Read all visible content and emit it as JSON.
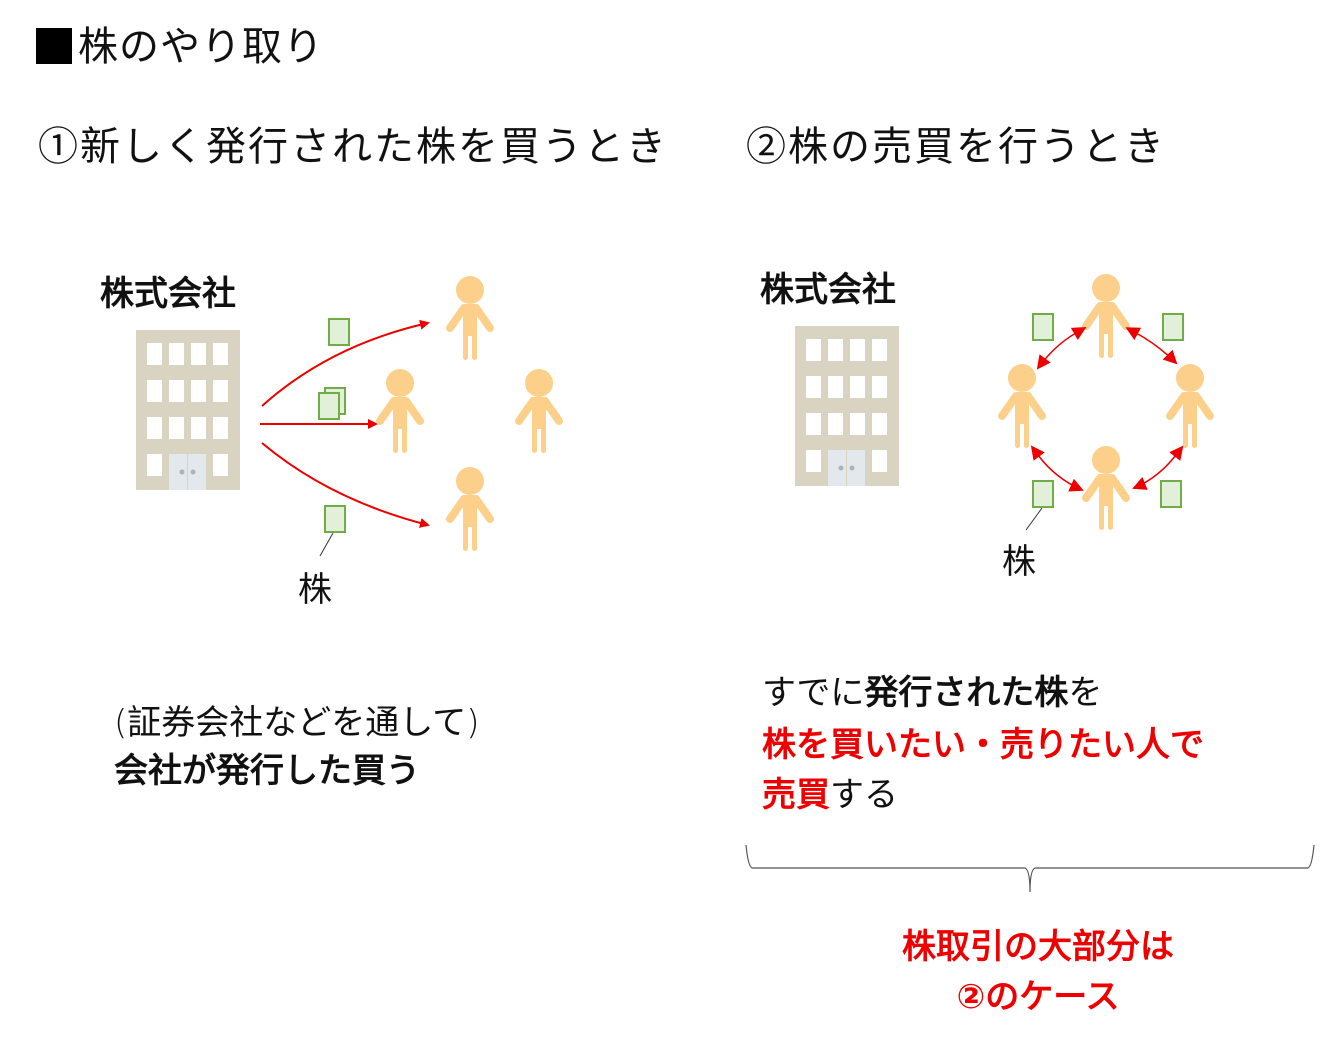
{
  "title": "株のやり取り",
  "section1": {
    "heading": "①新しく発行された株を買うとき",
    "company_label": "株式会社",
    "stock_label": "株",
    "note_line1": "(証券会社などを通して)",
    "note_line2": "会社が発行した買う"
  },
  "section2": {
    "heading": "②株の売買を行うとき",
    "company_label": "株式会社",
    "stock_label": "株",
    "desc_line1_a": "すでに",
    "desc_line1_b": "発行された株",
    "desc_line1_c": "を",
    "desc_line2": "株を買いたい・売りたい人で",
    "desc_line3_a": "売買",
    "desc_line3_b": "する",
    "conclusion_line1": "株取引の大部分は",
    "conclusion_line2": "②のケース"
  },
  "colors": {
    "arrow": "#ee0000",
    "person": "#fcd08a",
    "stock_fill": "#e2efd9",
    "stock_border": "#70ad47",
    "building": "#d9d3c1",
    "door": "#e3e8ec"
  }
}
